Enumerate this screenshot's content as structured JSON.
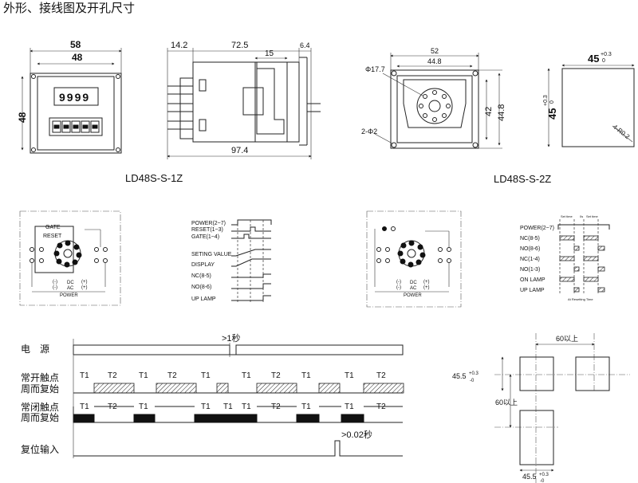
{
  "title": "外形、接线图及开孔尺寸",
  "models": {
    "left": "LD48S-S-1Z",
    "right": "LD48S-S-2Z"
  },
  "front_view": {
    "dim_outer": "58",
    "dim_inner": "48",
    "dim_height": "48",
    "counter_display": "9999"
  },
  "side_view": {
    "dim_a": "14.2",
    "dim_b": "72.5",
    "dim_c": "6.4",
    "dim_d": "15",
    "dim_total": "97.4"
  },
  "back_view": {
    "dim_52": "52",
    "dim_448_top": "44.8",
    "dim_42": "42",
    "dim_448_side": "44.8",
    "hole_dia": "Φ17.7",
    "mount_holes": "2-Φ2"
  },
  "panel_cutout_small": {
    "width": "45",
    "width_tol_upper": "+0.3",
    "width_tol_lower": "0",
    "height": "45",
    "height_tol_upper": "+0.3",
    "height_tol_lower": "0",
    "radius": "4-R0.2"
  },
  "wiring_1z": {
    "gate": "GATE",
    "reset": "RESET",
    "pin_minus_1": "(-)",
    "pin_minus_2": "(-)",
    "pin_plus_1": "(+)",
    "pin_plus_2": "(+)",
    "dc": "DC",
    "ac": "AC",
    "power": "POWER"
  },
  "timing_1z": {
    "labels": [
      "POWER(2~7)",
      "RESET(1~3)",
      "GATE(1~4)",
      "SETING VALUE",
      "DISPLAY",
      "NC(8-5)",
      "NO(8-6)",
      "UP LAMP"
    ]
  },
  "wiring_2z": {
    "pin_minus_1": "(-)",
    "pin_minus_2": "(-)",
    "pin_plus_1": "(+)",
    "pin_plus_2": "(+)",
    "dc": "DC",
    "ac": "AC",
    "power": "POWER"
  },
  "timing_2z": {
    "labels": [
      "POWER(2~7)",
      "NC(8-5)",
      "NO(8-6)",
      "NC(1-4)",
      "NO(1-3)",
      "ON LAMP",
      "UP LAMP"
    ],
    "set_time_1": "Set time",
    "set_time_2": "Set time",
    "reset_mark": "0s",
    "bottom_note": "At Resetting Time"
  },
  "timing_big": {
    "labels": [
      "电　源",
      "常开触点",
      "周而复始",
      "常闭触点",
      "周而复始",
      "复位输入"
    ],
    "power_gap": ">1秒",
    "reset_pulse": ">0.02秒",
    "t1": "T1",
    "t2": "T2"
  },
  "panel_cutout_big": {
    "spacing_h": "60以上",
    "spacing_v": "60以上",
    "height": "45.5",
    "height_tol_upper": "+0.3",
    "height_tol_lower": "-0",
    "width": "45.5",
    "width_tol_upper": "+0.3",
    "width_tol_lower": "-0"
  }
}
